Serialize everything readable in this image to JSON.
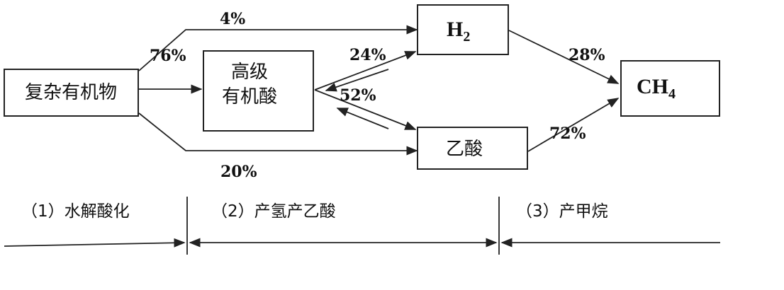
{
  "nodes": {
    "complex_organics": "复杂有机物",
    "higher_acid_line1": "高级",
    "higher_acid_line2": "有机酸",
    "h2_main": "H",
    "h2_sub": "2",
    "acetic_acid": "乙酸",
    "ch4_main": "CH",
    "ch4_sub": "4"
  },
  "percentages": {
    "to_h2_direct": "4%",
    "to_higher_acid": "76%",
    "to_acetic_direct": "20%",
    "acid_to_h2": "24%",
    "acid_to_acetic": "52%",
    "h2_to_ch4": "28%",
    "acetic_to_ch4": "72%"
  },
  "stages": [
    {
      "label": "（1）水解酸化"
    },
    {
      "label": "（2）产氢产乙酸"
    },
    {
      "label": "（3）产甲烷"
    }
  ]
}
